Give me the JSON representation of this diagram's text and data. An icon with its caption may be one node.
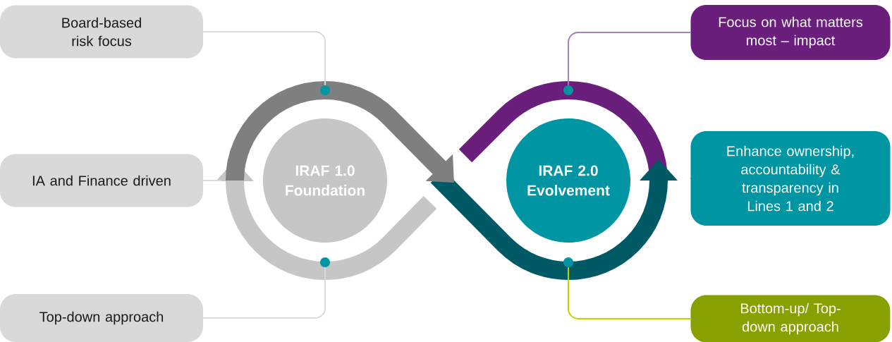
{
  "diagram": {
    "nodes": [
      {
        "text": [
          "Board-based risk focus"
        ]
      },
      {
        "text": [
          "IA and Finance driven"
        ]
      },
      {
        "text": [
          "Top-down approach"
        ]
      },
      {
        "text": [
          "IRAF 1.0 Foundation"
        ]
      },
      {
        "text": [
          "IRAF 2.0 Evolvement"
        ]
      },
      {
        "text": [
          "Focus on what matters most – impact"
        ]
      },
      {
        "text": [
          "Enhance ownership, accountability & transparency in Lines 1 and 2"
        ]
      },
      {
        "text": [
          "Bottom-up/ Top-down approach"
        ]
      },
      {
        "text": [],
        "shape": "circle"
      },
      {
        "text": [],
        "shape": "circle"
      },
      {
        "text": [],
        "shape": "circle"
      },
      {
        "text": [],
        "shape": "circle"
      }
    ],
    "edges": [
      {
        "from": 0,
        "to": 8,
        "arrow": "none",
        "color": "#dadada"
      },
      {
        "from": 1,
        "to": null,
        "arrow": "none",
        "color": "#dadada"
      },
      {
        "from": 2,
        "to": 10,
        "arrow": "none",
        "color": "#dadada"
      },
      {
        "from": 5,
        "to": 9,
        "arrow": "none",
        "color": "#a57fc0"
      },
      {
        "from": 6,
        "to": null,
        "arrow": "none",
        "color": "#0095a3"
      },
      {
        "from": 7,
        "to": 11,
        "arrow": "none",
        "color": "#c3d100"
      }
    ]
  }
}
